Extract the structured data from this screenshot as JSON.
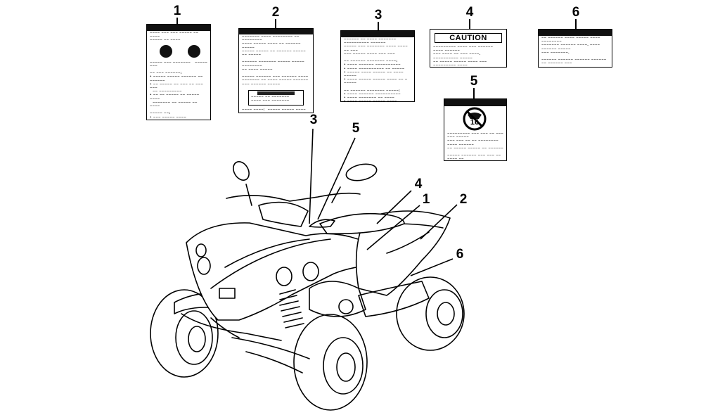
{
  "callouts": {
    "decal_1": "1",
    "decal_2": "2",
    "decal_3": "3",
    "decal_4": "4",
    "decal_5": "5",
    "decal_6": "6",
    "atv_3": "3",
    "atv_5": "5",
    "atv_4": "4",
    "atv_1": "1",
    "atv_2": "2",
    "atv_6": "6"
  },
  "decals": {
    "caution_heading": "CAUTION",
    "age_badge": "16"
  },
  "colors": {
    "ink": "#000000",
    "paper": "#ffffff",
    "label_bar": "#111111"
  }
}
